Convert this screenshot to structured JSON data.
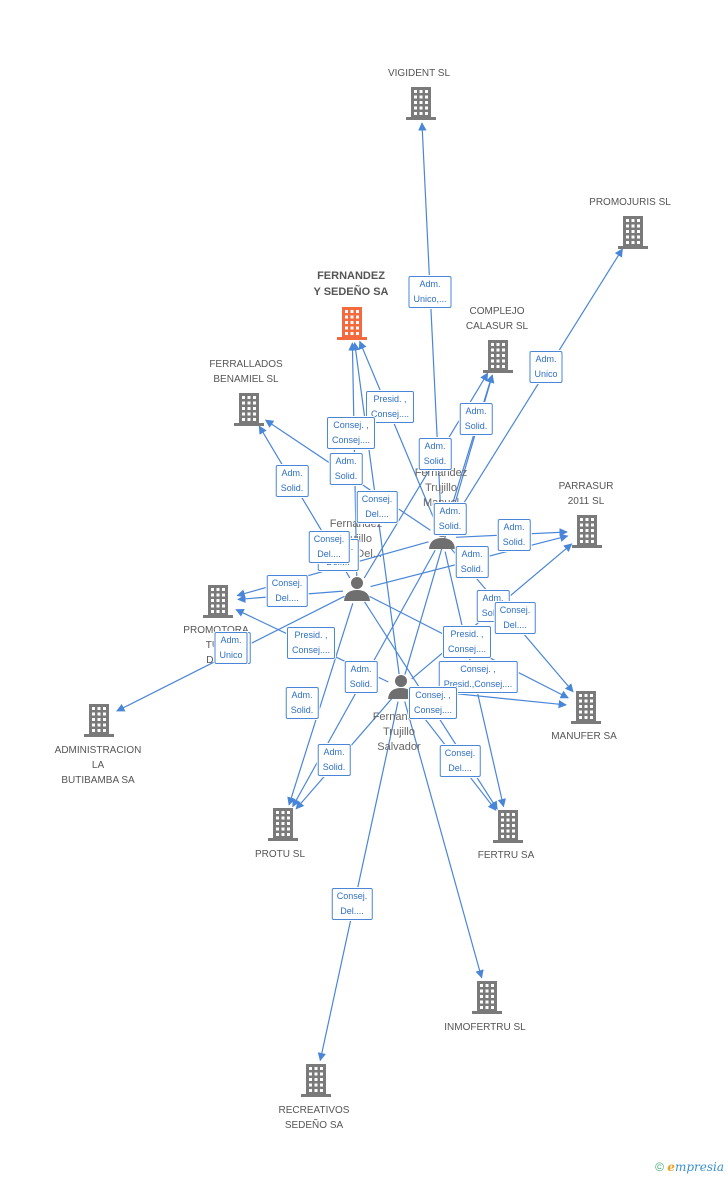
{
  "colors": {
    "edge": "#4a86d8",
    "building": "#7a7a7a",
    "main_building": "#f26a3d",
    "person": "#6f6f6f"
  },
  "companies": [
    {
      "id": "vigident",
      "label": "VIGIDENT SL"
    },
    {
      "id": "promojuris",
      "label": "PROMOJURIS SL"
    },
    {
      "id": "fernandez",
      "label": "FERNANDEZ\nY SEDEÑO SA",
      "main": true
    },
    {
      "id": "complejo",
      "label": "COMPLEJO\nCALASUR SL"
    },
    {
      "id": "ferrallados",
      "label": "FERRALLADOS\nBENAMIEL SL"
    },
    {
      "id": "parrasur",
      "label": "PARRASUR\n2011 SL"
    },
    {
      "id": "promotora",
      "label": "PROMOTORA\nTUR\nDEL"
    },
    {
      "id": "administracion",
      "label": "ADMINISTRACION\nLA\nBUTIBAMBA SA"
    },
    {
      "id": "manufer",
      "label": "MANUFER SA"
    },
    {
      "id": "protu",
      "label": "PROTU SL"
    },
    {
      "id": "fertru",
      "label": "FERTRU SA"
    },
    {
      "id": "inmofertru",
      "label": "INMOFERTRU SL"
    },
    {
      "id": "recreativos",
      "label": "RECREATIVOS\nSEDEÑO SA"
    }
  ],
  "persons": [
    {
      "id": "p_manuel",
      "label": "Fernandez\nTrujillo\nManuel"
    },
    {
      "id": "p_jose",
      "label": "Fernandez\nTrujillo\nJose Del..."
    },
    {
      "id": "p_salvador",
      "label": "Fernandez\nTrujillo\nSalvador"
    }
  ],
  "edges": [
    {
      "from": "p_manuel",
      "to": "vigident",
      "label": "Adm.\nUnico,..."
    },
    {
      "from": "p_manuel",
      "to": "promojuris",
      "label": "Adm.\nUnico"
    },
    {
      "from": "p_manuel",
      "to": "fernandez",
      "label": "Presid. ,\nConsej...."
    },
    {
      "from": "p_manuel",
      "to": "complejo",
      "label": "Adm.\nSolid."
    },
    {
      "from": "p_manuel",
      "to": "ferrallados",
      "label": "Adm.\nSolid."
    },
    {
      "from": "p_manuel",
      "to": "parrasur",
      "label": "Adm.\nSolid."
    },
    {
      "from": "p_manuel",
      "to": "manufer",
      "label": "Adm.\nSolid."
    },
    {
      "from": "p_manuel",
      "to": "fertru",
      "label": "Consej. ,\nPresid.,Consej...."
    },
    {
      "from": "p_manuel",
      "to": "protu",
      "label": "Adm.\nSolid."
    },
    {
      "from": "p_manuel",
      "to": "promotora",
      "label": "Adm.\nSolid."
    },
    {
      "from": "p_jose",
      "to": "fernandez",
      "label": "Consej. ,\nConsej...."
    },
    {
      "from": "p_jose",
      "to": "ferrallados",
      "label": "Adm.\nSolid."
    },
    {
      "from": "p_jose",
      "to": "complejo",
      "label": "Adm.\nSolid."
    },
    {
      "from": "p_jose",
      "to": "promotora",
      "label": "Consej.\nDel...."
    },
    {
      "from": "p_jose",
      "to": "administracion",
      "label": "Adm.\nUnico"
    },
    {
      "from": "p_jose",
      "to": "parrasur",
      "label": "Adm.\nSolid."
    },
    {
      "from": "p_jose",
      "to": "protu",
      "label": "Adm.\nSolid."
    },
    {
      "from": "p_jose",
      "to": "manufer",
      "label": "Consej.\nDel...."
    },
    {
      "from": "p_jose",
      "to": "fertru",
      "label": "Presid. ,\nConsej...."
    },
    {
      "from": "p_salvador",
      "to": "fernandez",
      "label": "Consej.\nDel...."
    },
    {
      "from": "p_salvador",
      "to": "complejo",
      "label": "Adm.\nSolid."
    },
    {
      "from": "p_salvador",
      "to": "promotora",
      "label": "Presid. ,\nConsej...."
    },
    {
      "from": "p_salvador",
      "to": "protu",
      "label": "Adm.\nSolid."
    },
    {
      "from": "p_salvador",
      "to": "fertru",
      "label": "Consej. ,\nConsej...."
    },
    {
      "from": "p_salvador",
      "to": "manufer",
      "label": "Consej.\nDel...."
    },
    {
      "from": "p_salvador",
      "to": "inmofertru",
      "label": "Consej.\nDel...."
    },
    {
      "from": "p_salvador",
      "to": "recreativos",
      "label": "Consej.\nDel...."
    },
    {
      "from": "p_salvador",
      "to": "parrasur",
      "label": "Consej.\nDel...."
    }
  ],
  "footer": {
    "copyright": "©",
    "brand_e": "e",
    "brand_rest": "mpresia"
  }
}
